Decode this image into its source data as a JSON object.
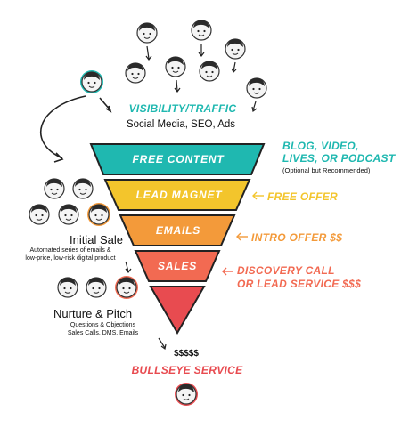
{
  "top_header": {
    "title": "VISIBILITY/TRAFFIC",
    "subtitle": "Social Media, SEO, Ads"
  },
  "funnel": {
    "layers": [
      {
        "label": "FREE CONTENT",
        "color": "#1fb8b0"
      },
      {
        "label": "LEAD MAGNET",
        "color": "#f3c52c"
      },
      {
        "label": "EMAILS",
        "color": "#f39a3a"
      },
      {
        "label": "SALES",
        "color": "#f26a52"
      },
      {
        "label": "",
        "color": "#e84b50"
      }
    ]
  },
  "right_notes": {
    "blog_line1": "BLOG, VIDEO,",
    "blog_line2": "LIVES, OR PODCAST",
    "blog_note": "(Optional but Recommended)",
    "free_offer": "FREE OFFER",
    "intro_offer": "INTRO OFFER $$",
    "discovery_line1": "DISCOVERY CALL",
    "discovery_line2": "OR LEAD SERVICE $$$"
  },
  "left_notes": {
    "initial_sale_title": "Initial Sale",
    "initial_sale_desc1": "Automated series of emails &",
    "initial_sale_desc2": "low-price, low-risk digital product",
    "nurture_title": "Nurture & Pitch",
    "nurture_desc1": "Questions & Objections",
    "nurture_desc2": "Sales Calls, DMS, Emails"
  },
  "bottom": {
    "price": "$$$$$",
    "bullseye": "BULLSEYE SERVICE"
  },
  "colors": {
    "teal": "#1fb8b0",
    "yellow": "#f3c52c",
    "orange": "#f39a3a",
    "coral": "#f26a52",
    "red": "#e84b50"
  }
}
